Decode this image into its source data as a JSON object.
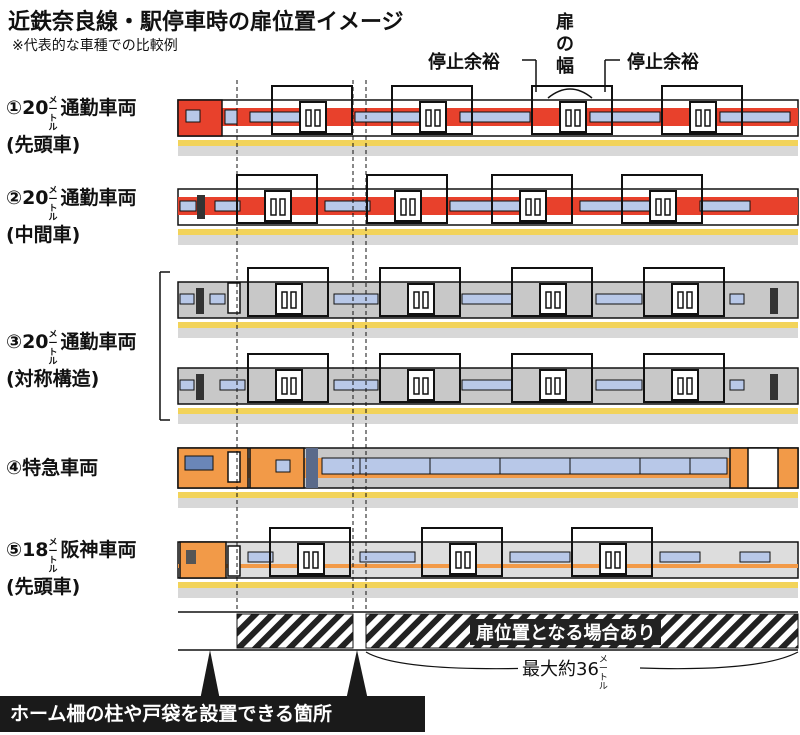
{
  "header": {
    "title": "近鉄奈良線・駅停車時の扉位置イメージ",
    "subtitle": "※代表的な車種での比較例"
  },
  "annotations": {
    "margin_left": "停止余裕",
    "door_width": "扉の幅",
    "margin_right": "停止余裕"
  },
  "rows": [
    {
      "num": "①20",
      "unit": "メートル",
      "name": "通勤車両",
      "sub": "(先頭車)",
      "color": "#e8412c"
    },
    {
      "num": "②20",
      "unit": "メートル",
      "name": "通勤車両",
      "sub": "(中間車)",
      "color": "#e8412c"
    },
    {
      "num": "③20",
      "unit": "メートル",
      "name": "通勤車両",
      "sub": "(対称構造)",
      "color": "#c8c8c8"
    },
    {
      "num": "④",
      "unit": "",
      "name": "特急車両",
      "sub": "",
      "color": "#f29a48"
    },
    {
      "num": "⑤18",
      "unit": "メートル",
      "name": "阪神車両",
      "sub": "(先頭車)",
      "color": "#d6d6d6"
    }
  ],
  "hatch_label": "扉位置となる場合あり",
  "max_label": {
    "text": "最大約36",
    "unit": "メートル"
  },
  "bottom_label": "ホーム柵の柱や戸袋を設置できる箇所",
  "colors": {
    "red": "#e8412c",
    "orange": "#f29a48",
    "blue": "#b8c8e8",
    "gray": "#c8c8c8",
    "yellow": "#f2d35a",
    "platform": "#d8d8d8"
  }
}
